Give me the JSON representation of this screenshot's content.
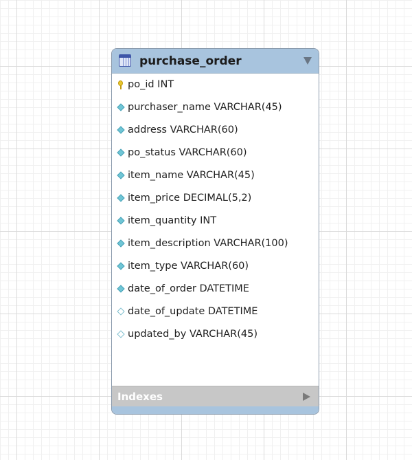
{
  "entity": {
    "name": "purchase_order",
    "columns": [
      {
        "text": "po_id INT",
        "marker": "primary-key"
      },
      {
        "text": "purchaser_name VARCHAR(45)",
        "marker": "not-null"
      },
      {
        "text": "address VARCHAR(60)",
        "marker": "not-null"
      },
      {
        "text": "po_status VARCHAR(60)",
        "marker": "not-null"
      },
      {
        "text": "item_name VARCHAR(45)",
        "marker": "not-null"
      },
      {
        "text": "item_price DECIMAL(5,2)",
        "marker": "not-null"
      },
      {
        "text": "item_quantity INT",
        "marker": "not-null"
      },
      {
        "text": "item_description VARCHAR(100)",
        "marker": "not-null"
      },
      {
        "text": "item_type VARCHAR(60)",
        "marker": "not-null"
      },
      {
        "text": "date_of_order DATETIME",
        "marker": "not-null"
      },
      {
        "text": "date_of_update DATETIME",
        "marker": "nullable"
      },
      {
        "text": "updated_by VARCHAR(45)",
        "marker": "nullable"
      }
    ],
    "indexes_label": "Indexes"
  },
  "icons": {
    "table": "table-icon",
    "collapse": "triangle-down-icon",
    "expand": "triangle-right-icon",
    "primary_key": "key-icon",
    "not_null_column": "filled-diamond-icon",
    "nullable_column": "hollow-diamond-icon"
  },
  "colors": {
    "header": "#a8c4de",
    "indexes_bar": "#c7c7c7",
    "key": "#e7c62c",
    "diamond": "#6fc6d6"
  }
}
